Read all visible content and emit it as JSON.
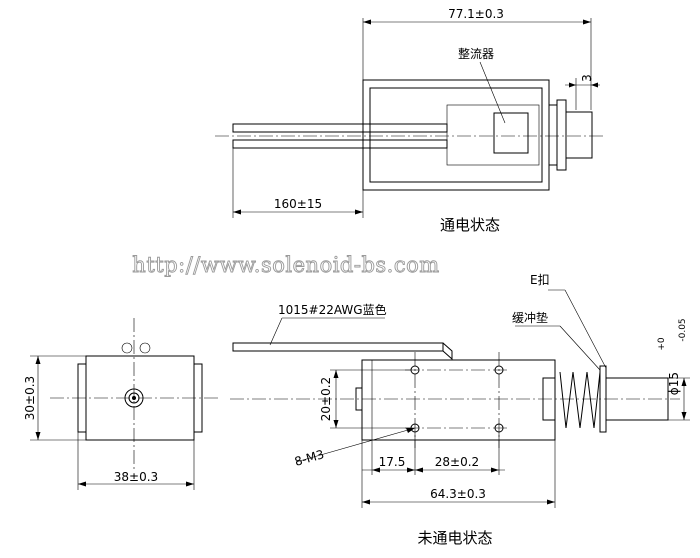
{
  "labels": {
    "overall_length_energized": "77.1±0.3",
    "rectifier": "整流器",
    "stroke_gap": "3",
    "lead_length": "160±15",
    "caption_energized": "通电状态",
    "watermark": "http://www.solenoid-bs.com",
    "wire_spec": "1015#22AWG蓝色",
    "e_clip": "E扣",
    "buffer_pad": "缓冲垫",
    "plunger_diameter": "ϕ15",
    "plunger_tol_upper": "+0",
    "plunger_tol_lower": "-0.05",
    "height_end_view": "30±0.3",
    "width_end_view": "38±0.3",
    "hole_spacing_vertical": "20±0.2",
    "screw_spec": "8-M3",
    "hole_offset": "17.5",
    "hole_spacing_horizontal": "28±0.2",
    "body_length": "64.3±0.3",
    "caption_deenergized": "未通电状态"
  },
  "colors": {
    "line": "#000000",
    "background": "#ffffff",
    "watermark_stroke": "#9a9a9a"
  }
}
